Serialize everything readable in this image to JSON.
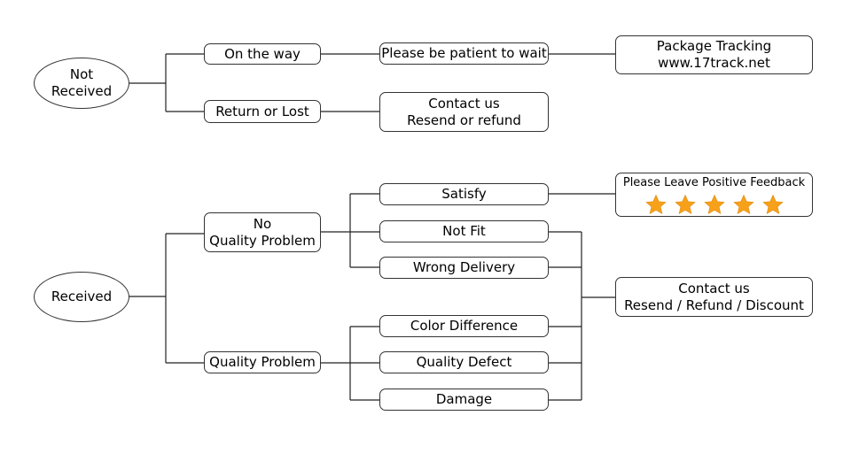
{
  "not_received": {
    "root": [
      "Not",
      "Received"
    ],
    "on_the_way": "On the way",
    "return_or_lost": "Return or Lost",
    "please_wait": "Please be patient to wait",
    "package_tracking": [
      "Package Tracking",
      "www.17track.net"
    ],
    "contact_resend_refund": [
      "Contact us",
      "Resend or refund"
    ]
  },
  "received": {
    "root": "Received",
    "no_quality_problem": [
      "No",
      "Quality Problem"
    ],
    "quality_problem": "Quality Problem",
    "satisfy": "Satisfy",
    "not_fit": "Not Fit",
    "wrong_delivery": "Wrong Delivery",
    "color_difference": "Color Difference",
    "quality_defect": "Quality Defect",
    "damage": "Damage",
    "feedback": {
      "text": "Please Leave Positive Feedback",
      "stars": 5,
      "star_color": "#f7a11a"
    },
    "contact_options": [
      "Contact us",
      "Resend / Refund / Discount"
    ]
  }
}
